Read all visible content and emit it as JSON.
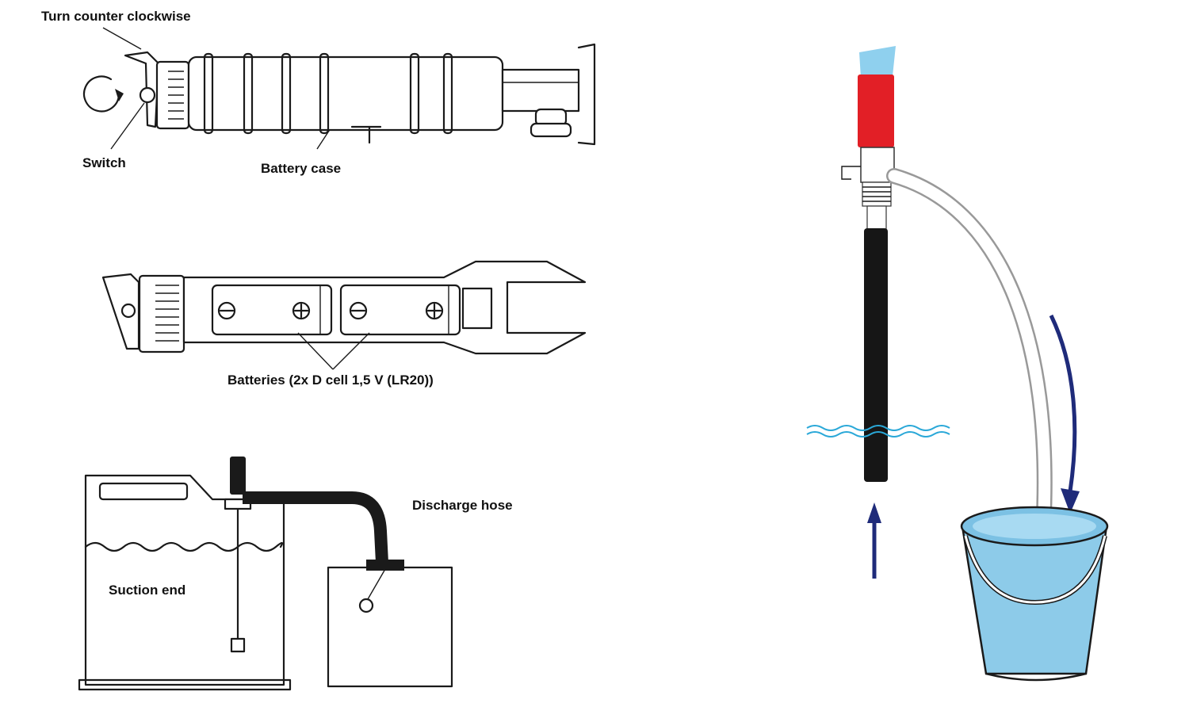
{
  "labels": {
    "turn_counter_clockwise": "Turn counter clockwise",
    "switch": "Switch",
    "battery_case": "Battery case",
    "batteries": "Batteries (2x D cell 1,5 V (LR20))",
    "discharge_hose": "Discharge hose",
    "suction_end": "Suction end"
  },
  "colors": {
    "line": "#1a1a1a",
    "pump_head_red": "#e21f26",
    "water_blue": "#8fd0ee",
    "bucket_blue": "#8dcbe9",
    "arrow_navy": "#1f2b7a",
    "hose_dark": "#161616"
  }
}
